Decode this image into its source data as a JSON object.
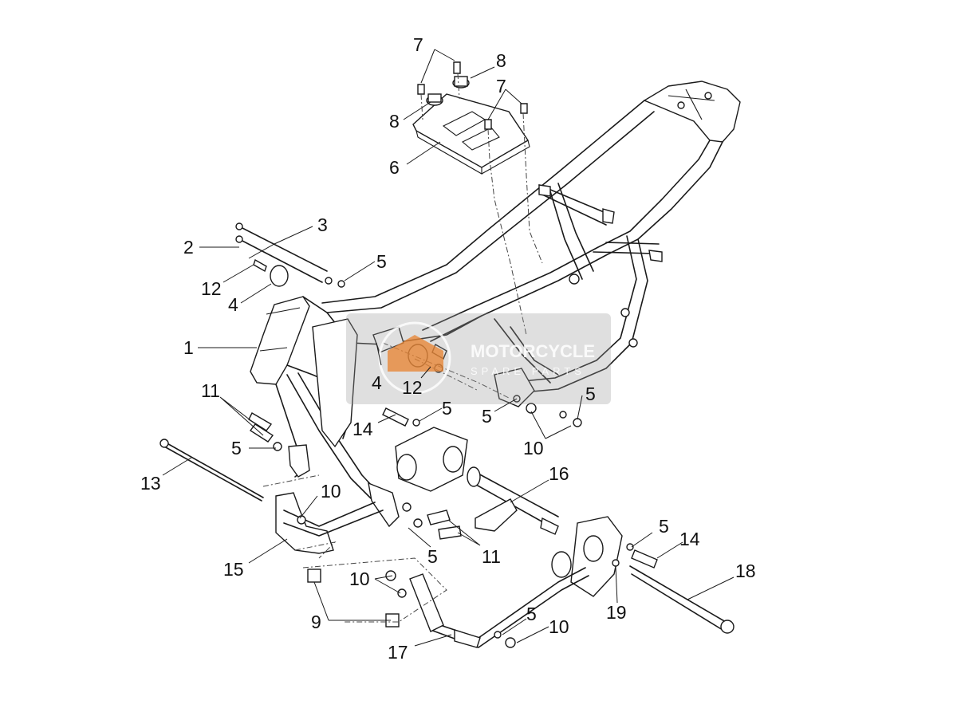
{
  "callouts": {
    "c1": "1",
    "c2": "2",
    "c3": "3",
    "c4a": "4",
    "c4b": "4",
    "c5a": "5",
    "c5b": "5",
    "c5c": "5",
    "c5d": "5",
    "c5e": "5",
    "c5f": "5",
    "c5g": "5",
    "c5h": "5",
    "c6": "6",
    "c7a": "7",
    "c7b": "7",
    "c8a": "8",
    "c8b": "8",
    "c9": "9",
    "c10a": "10",
    "c10b": "10",
    "c10c": "10",
    "c10d": "10",
    "c11a": "11",
    "c11b": "11",
    "c12a": "12",
    "c12b": "12",
    "c13": "13",
    "c14a": "14",
    "c14b": "14",
    "c15": "15",
    "c16": "16",
    "c17": "17",
    "c18": "18",
    "c19": "19"
  },
  "watermark": {
    "line1": "MOTORCYCLE",
    "line2": "SPARE PARTS"
  },
  "colors": {
    "line": "#1a1a1a",
    "accent": "#d8323c",
    "watermark": "#9a9a9a"
  }
}
